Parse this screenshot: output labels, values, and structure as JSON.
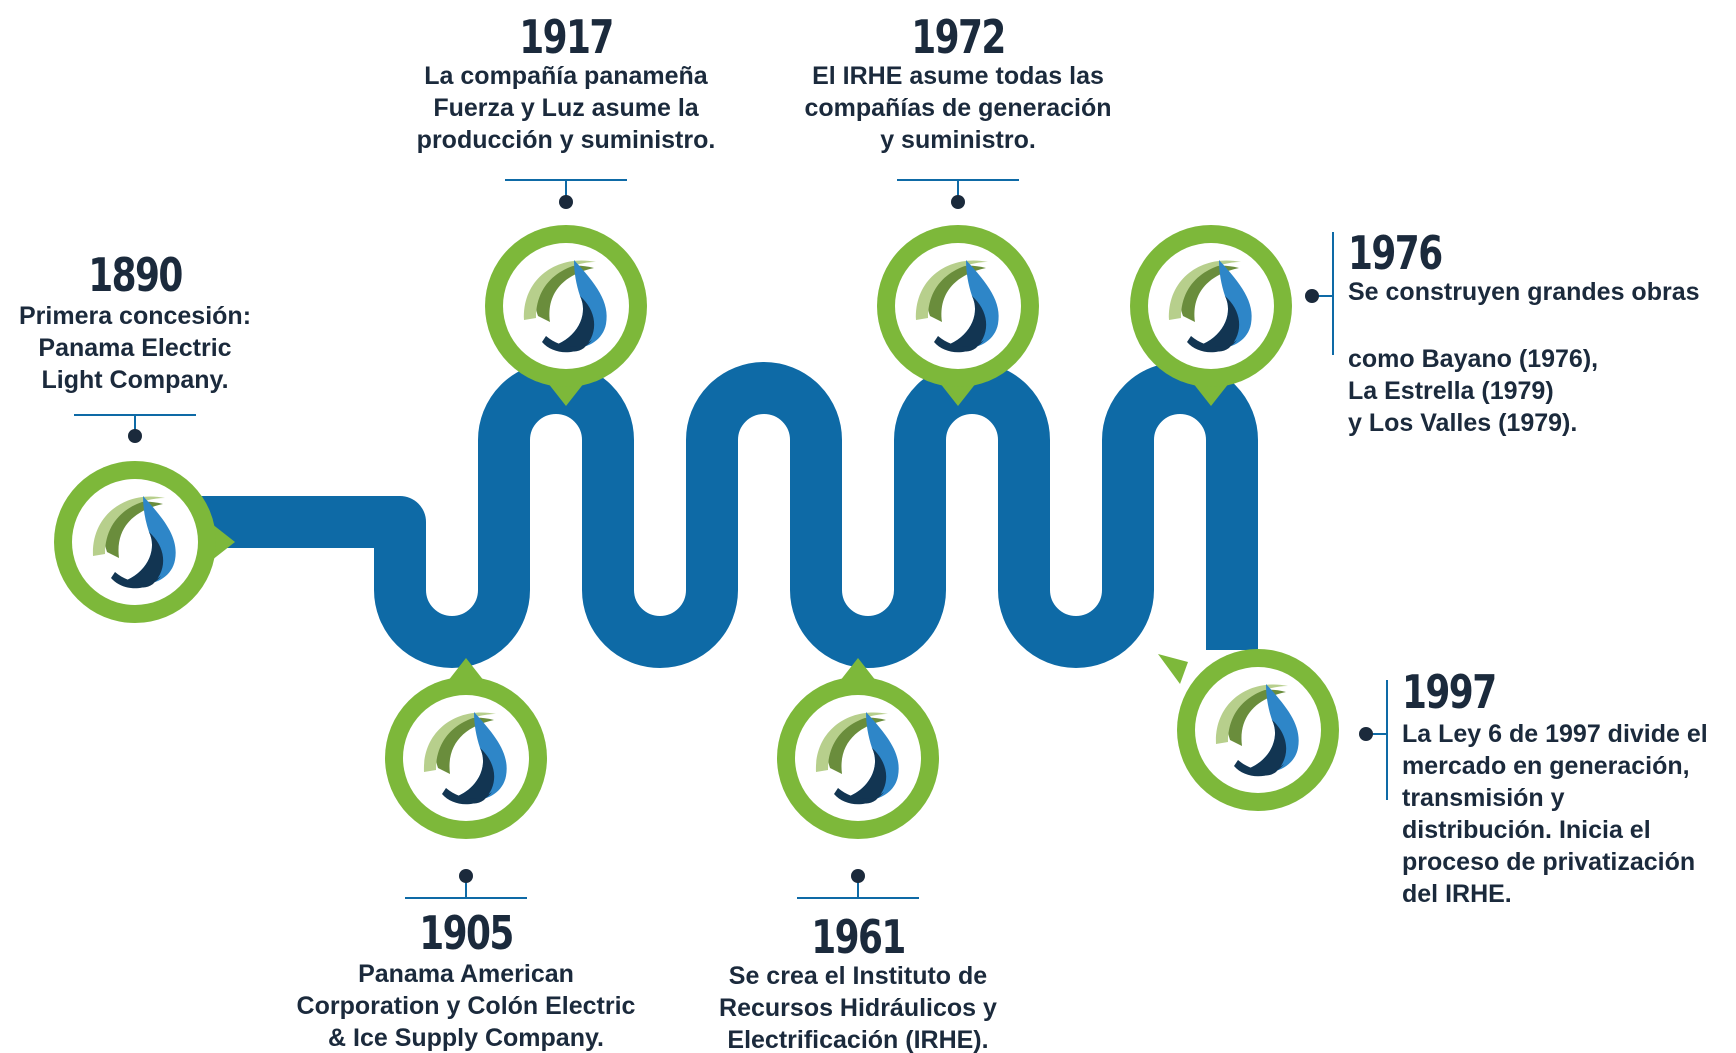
{
  "milestones": [
    {
      "year": "1890",
      "text": "Primera concesión:\nPanama Electric\nLight Company."
    },
    {
      "year": "1905",
      "text": "Panama American\nCorporation y Colón Electric\n& Ice Supply Company."
    },
    {
      "year": "1917",
      "text": "La compañía panameña\nFuerza y Luz asume la\nproducción y suministro."
    },
    {
      "year": "1961",
      "text": "Se crea el Instituto de\nRecursos Hidráulicos y\nElectrificación (IRHE)."
    },
    {
      "year": "1972",
      "text": "El IRHE asume todas las\ncompañías de generación\ny suministro."
    },
    {
      "year": "1976",
      "text_line1": "Se construyen grandes obras",
      "text_rest": "como Bayano (1976),\nLa Estrella      (1979)\ny Los Valles    (1979)."
    },
    {
      "year": "1997",
      "text": "La Ley 6 de 1997 divide el\nmercado en generación,\ntransmisión y\ndistribución. Inicia el\nproceso de privatización\ndel IRHE."
    }
  ],
  "colors": {
    "path": "#0e6aa6",
    "ring": "#7db83a",
    "ring_inner_edge": "#9ccc59",
    "drop_light": "#2e86c8",
    "drop_dark": "#123552",
    "swirl": "#6a8d3c",
    "text": "#1b2a3c",
    "connector": "#0e6aa6"
  },
  "icons": [
    "energy-drop-icon"
  ]
}
